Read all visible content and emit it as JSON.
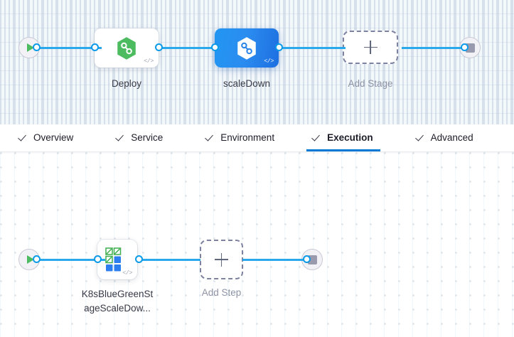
{
  "stage_canvas": {
    "start_node": {
      "icon": "play-icon",
      "label": ""
    },
    "end_node": {
      "icon": "stop-icon",
      "label": ""
    },
    "stages": [
      {
        "name": "Deploy",
        "label": "Deploy",
        "icon": "harness-hexagon-icon",
        "code_glyph": "</>",
        "selected": false
      },
      {
        "name": "scaleDown",
        "label": "scaleDown",
        "icon": "harness-hexagon-icon",
        "code_glyph": "</>",
        "selected": true
      }
    ],
    "add_stage": {
      "label": "Add Stage",
      "icon": "plus-icon"
    }
  },
  "tabs": {
    "items": [
      {
        "label": "Overview",
        "active": false,
        "check": true
      },
      {
        "label": "Service",
        "active": false,
        "check": true
      },
      {
        "label": "Environment",
        "active": false,
        "check": true
      },
      {
        "label": "Execution",
        "active": true,
        "check": true
      },
      {
        "label": "Advanced",
        "active": false,
        "check": true
      }
    ]
  },
  "step_canvas": {
    "start_node": {
      "icon": "play-icon"
    },
    "end_node": {
      "icon": "stop-icon"
    },
    "steps": [
      {
        "name": "K8sBlueGreenStageScaleDown",
        "label_line1": "K8sBlueGreenSt",
        "label_line2": "ageScaleDow...",
        "icon": "kubernetes-scale-icon",
        "code_glyph": "</>"
      }
    ],
    "add_step": {
      "label": "Add Step",
      "icon": "plus-icon"
    }
  },
  "colors": {
    "accent_blue": "#0278d5",
    "link_blue": "#2aa8ec",
    "selected_stage_blue": "#2196f3",
    "harness_green": "#4dbb5f",
    "k8s_blue": "#2d7ff0",
    "k8s_green": "#3cae4b",
    "muted_text": "#8d93a4",
    "body_text": "#383946"
  }
}
